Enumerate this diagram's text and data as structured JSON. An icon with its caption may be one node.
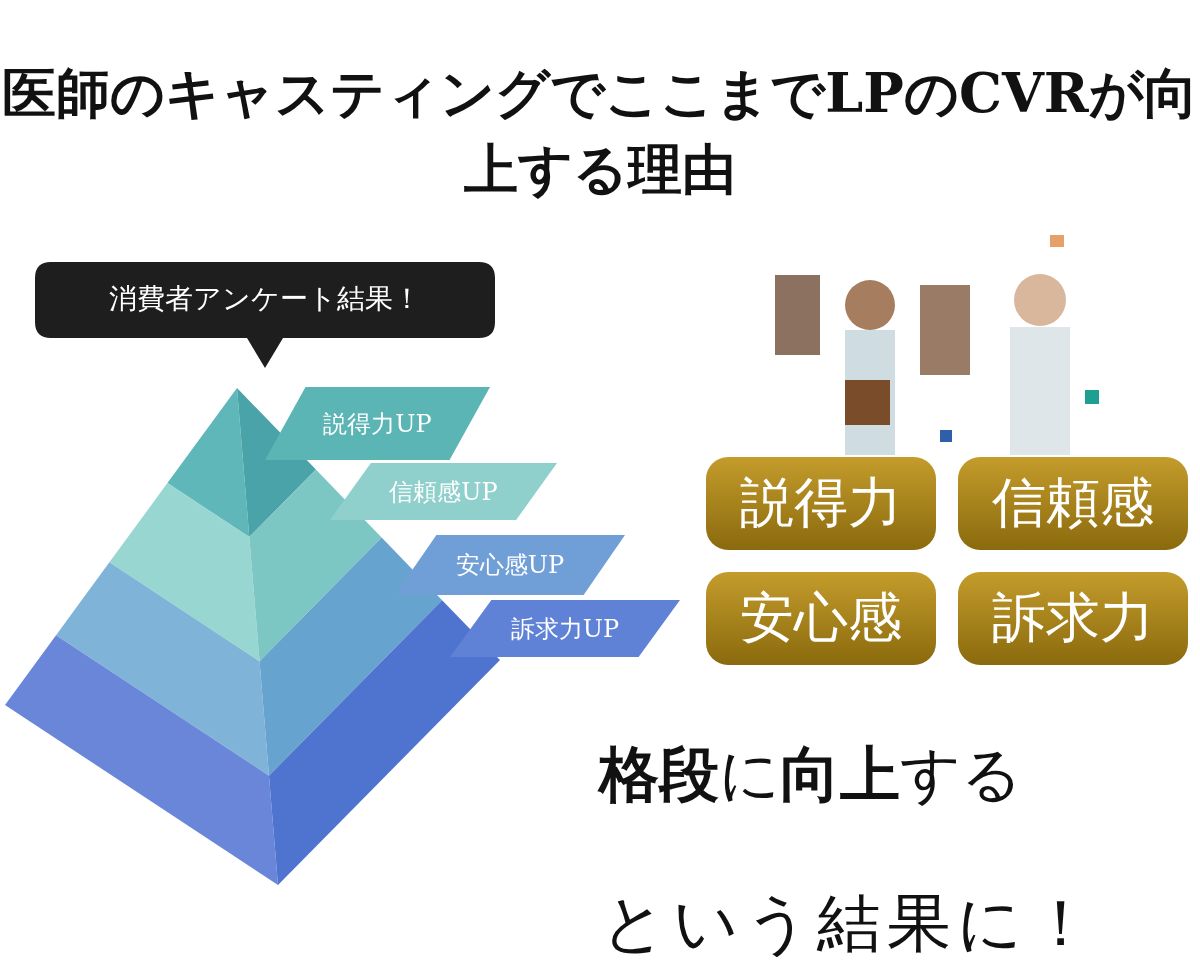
{
  "diagram": {
    "title": "**医師のキャスティング**でここまで**LPのCVR**が向上する理由",
    "nodes": [
      {
        "text": [
          "消費者アンケート結果！"
        ]
      },
      {
        "text": [
          "説得力UP"
        ]
      },
      {
        "text": [
          "信頼感UP"
        ]
      },
      {
        "text": [
          "安心感UP"
        ]
      },
      {
        "text": [
          "訴求力UP"
        ]
      },
      {
        "text": [
          "説得力"
        ]
      },
      {
        "text": [
          "信頼感"
        ]
      },
      {
        "text": [
          "安心感"
        ]
      },
      {
        "text": [
          "訴求力"
        ]
      }
    ],
    "labels": [
      "**格段**に**向上**する",
      "という結果に！"
    ]
  }
}
